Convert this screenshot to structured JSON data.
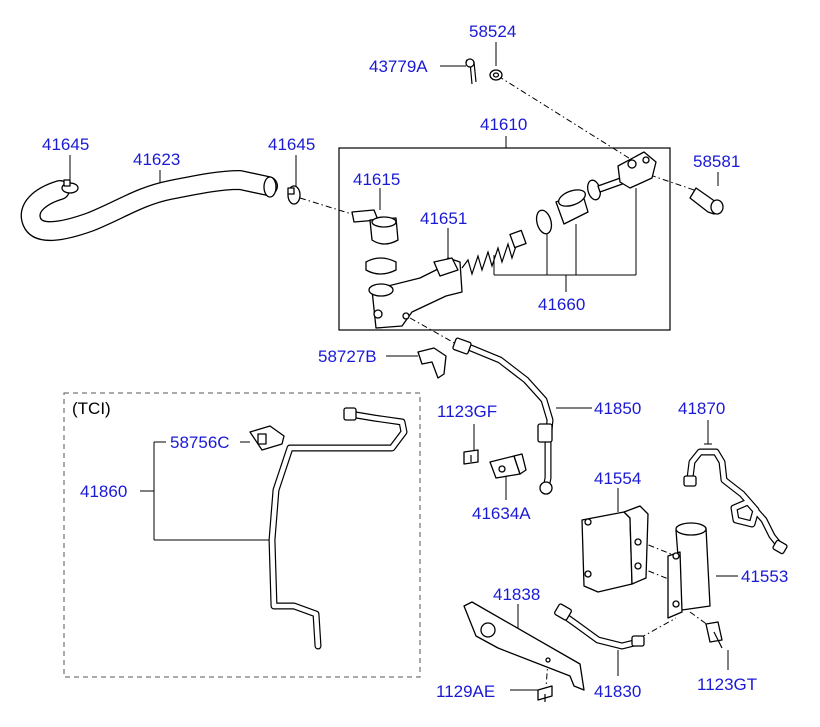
{
  "variant_label": "(TCI)",
  "callouts": {
    "p58524": "58524",
    "p43779A": "43779A",
    "p41610": "41610",
    "p41645_left": "41645",
    "p41623": "41623",
    "p41645_right": "41645",
    "p58581": "58581",
    "p41615": "41615",
    "p41651": "41651",
    "p41660": "41660",
    "p58727B": "58727B",
    "p1123GF": "1123GF",
    "p41850": "41850",
    "p41870": "41870",
    "p58756C": "58756C",
    "p41860": "41860",
    "p41554": "41554",
    "p41634A": "41634A",
    "p41553": "41553",
    "p41838": "41838",
    "p1123GT": "1123GT",
    "p1129AE": "1129AE",
    "p41830": "41830"
  }
}
